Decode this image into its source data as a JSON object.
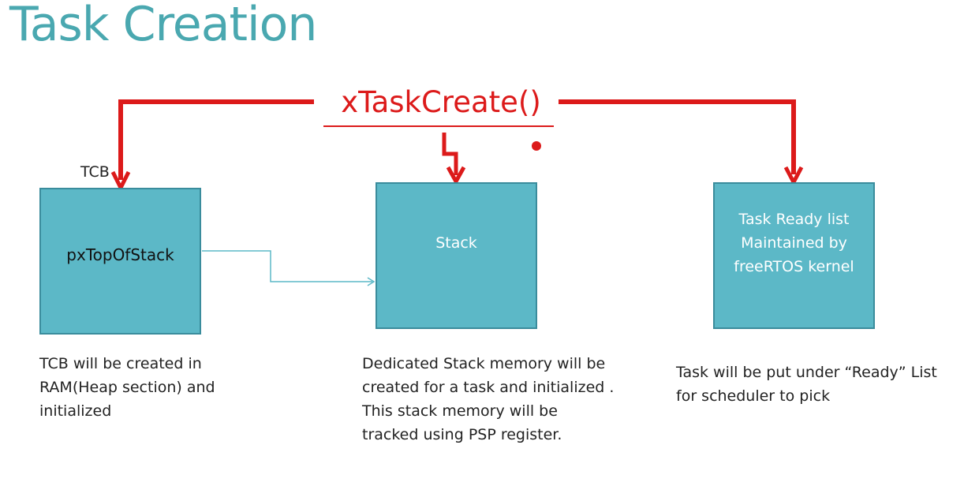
{
  "slide": {
    "title": "Task Creation",
    "function_name": "xTaskCreate()"
  },
  "tcb": {
    "label": "TCB",
    "box_text": "pxTopOfStack",
    "description": "TCB will be created in RAM(Heap section) and initialized"
  },
  "stack": {
    "box_text": "Stack",
    "description": "Dedicated Stack memory will be created for a task and initialized . This stack memory will be tracked using PSP register."
  },
  "ready": {
    "box_text": "Task Ready list Maintained by freeRTOS kernel",
    "description": "Task will be put under “Ready” List for scheduler to pick"
  },
  "colors": {
    "title": "#4aa8b0",
    "accent_red": "#dc1a1a",
    "box_fill": "#5cb8c7",
    "box_border": "#3a8c9c",
    "connector": "#5cb8c7"
  }
}
